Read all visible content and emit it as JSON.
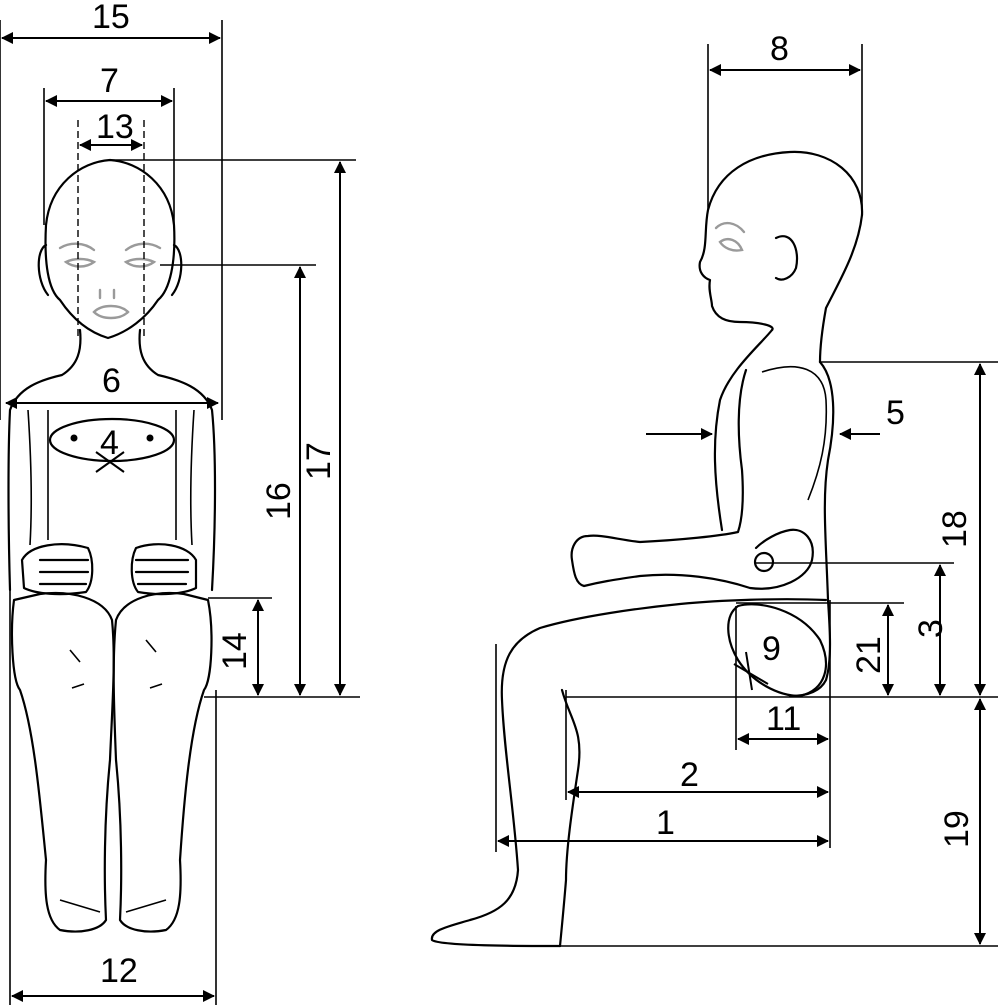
{
  "labels": {
    "l1": "1",
    "l2": "2",
    "l3": "3",
    "l4": "4",
    "l5": "5",
    "l6": "6",
    "l7": "7",
    "l8": "8",
    "l9": "9",
    "l11": "11",
    "l12": "12",
    "l13": "13",
    "l14": "14",
    "l15": "15",
    "l16": "16",
    "l17": "17",
    "l18": "18",
    "l19": "19",
    "l21": "21"
  }
}
